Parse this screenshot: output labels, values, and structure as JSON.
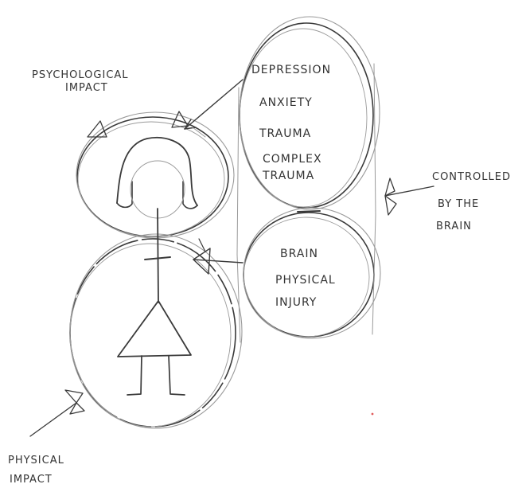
{
  "labels": {
    "psychological_impact": [
      "PSYCHOLOGICAL",
      "IMPACT"
    ],
    "physical_impact": [
      "PHYSICAL",
      "IMPACT"
    ],
    "controlled_by_brain": [
      "CONTROLLED",
      "BY THE",
      "BRAIN"
    ]
  },
  "psychological_conditions": [
    "DEPRESSION",
    "ANXIETY",
    "TRAUMA",
    "COMPLEX",
    "TRAUMA"
  ],
  "physical_conditions": [
    "BRAIN",
    "PHYSICAL",
    "INJURY"
  ],
  "colors": {
    "pencil": "#3a3a3a",
    "pencil_light": "#9a9a9a",
    "paper": "#ffffff"
  }
}
